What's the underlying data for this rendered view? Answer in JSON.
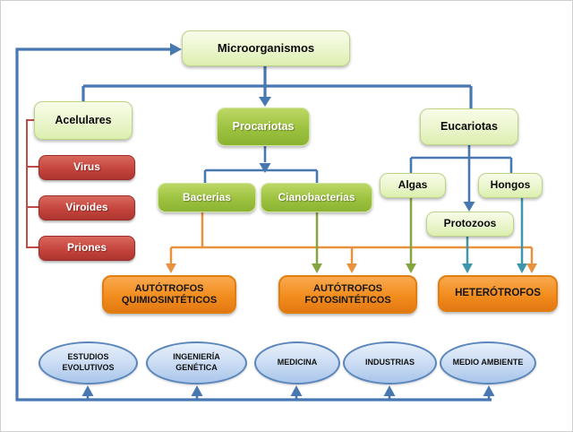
{
  "palette": {
    "blue": "#4878B2",
    "orange": "#E8913F",
    "olive": "#85A540",
    "teal": "#3D96AE",
    "red": "#BE4B45"
  },
  "nodes": {
    "microorganismos": "Microorganismos",
    "acelulares": "Acelulares",
    "virus": "Virus",
    "viroides": "Viroides",
    "priones": "Priones",
    "procariotas": "Procariotas",
    "bacterias": "Bacterias",
    "cianobacterias": "Cianobacterias",
    "eucariotas": "Eucariotas",
    "algas": "Algas",
    "hongos": "Hongos",
    "protozoos": "Protozoos",
    "autotrofos_quimiosinteticos": "AUTÓTROFOS QUIMIOSINTÉTICOS",
    "autotrofos_fotosinteticos": "AUTÓTROFOS FOTOSINTÉTICOS",
    "heterotrofos": "HETERÓTROFOS"
  },
  "applications": [
    "ESTUDIOS EVOLUTIVOS",
    "INGENIERÍA GENÉTICA",
    "MEDICINA",
    "INDUSTRIAS",
    "MEDIO AMBIENTE"
  ]
}
